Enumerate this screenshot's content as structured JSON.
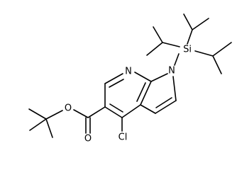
{
  "structure": {
    "atom_labels": {
      "silicon": "Si",
      "nitrogen_pyrrole": "N",
      "nitrogen_pyridine": "N",
      "oxygen_ester": "O",
      "oxygen_carbonyl": "O",
      "chlorine": "Cl"
    }
  }
}
